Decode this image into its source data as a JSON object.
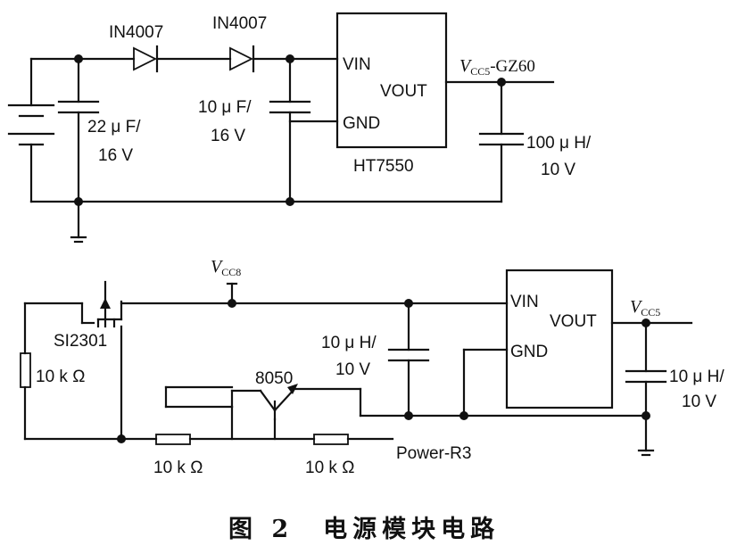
{
  "upper": {
    "diode1": "IN4007",
    "diode2": "IN4007",
    "cap1_line1": "22 μ F/",
    "cap1_line2": "16 V",
    "cap2_line1": "10 μ F/",
    "cap2_line2": "16 V",
    "regulator": {
      "vin": "VIN",
      "vout": "VOUT",
      "gnd": "GND",
      "name": "HT7550"
    },
    "output_net": "V",
    "output_net_sub": "CC5",
    "output_suffix": "-GZ60",
    "cap3_line1": "100 μ H/",
    "cap3_line2": "10 V"
  },
  "lower": {
    "vcc_net": "V",
    "vcc_net_sub": "CC8",
    "mosfet": "SI2301",
    "resistor_left": "10 k Ω",
    "resistor_bottom1": "10 k Ω",
    "resistor_bottom2": "10 k Ω",
    "transistor": "8050",
    "control_net": "Power-R3",
    "cap_mid_line1": "10 μ H/",
    "cap_mid_line2": "10 V",
    "regulator": {
      "vin": "VIN",
      "vout": "VOUT",
      "gnd": "GND"
    },
    "output_net": "V",
    "output_net_sub": "CC5",
    "cap_out_line1": "10 μ H/",
    "cap_out_line2": "10 V"
  },
  "caption": "图 2　电源模块电路"
}
